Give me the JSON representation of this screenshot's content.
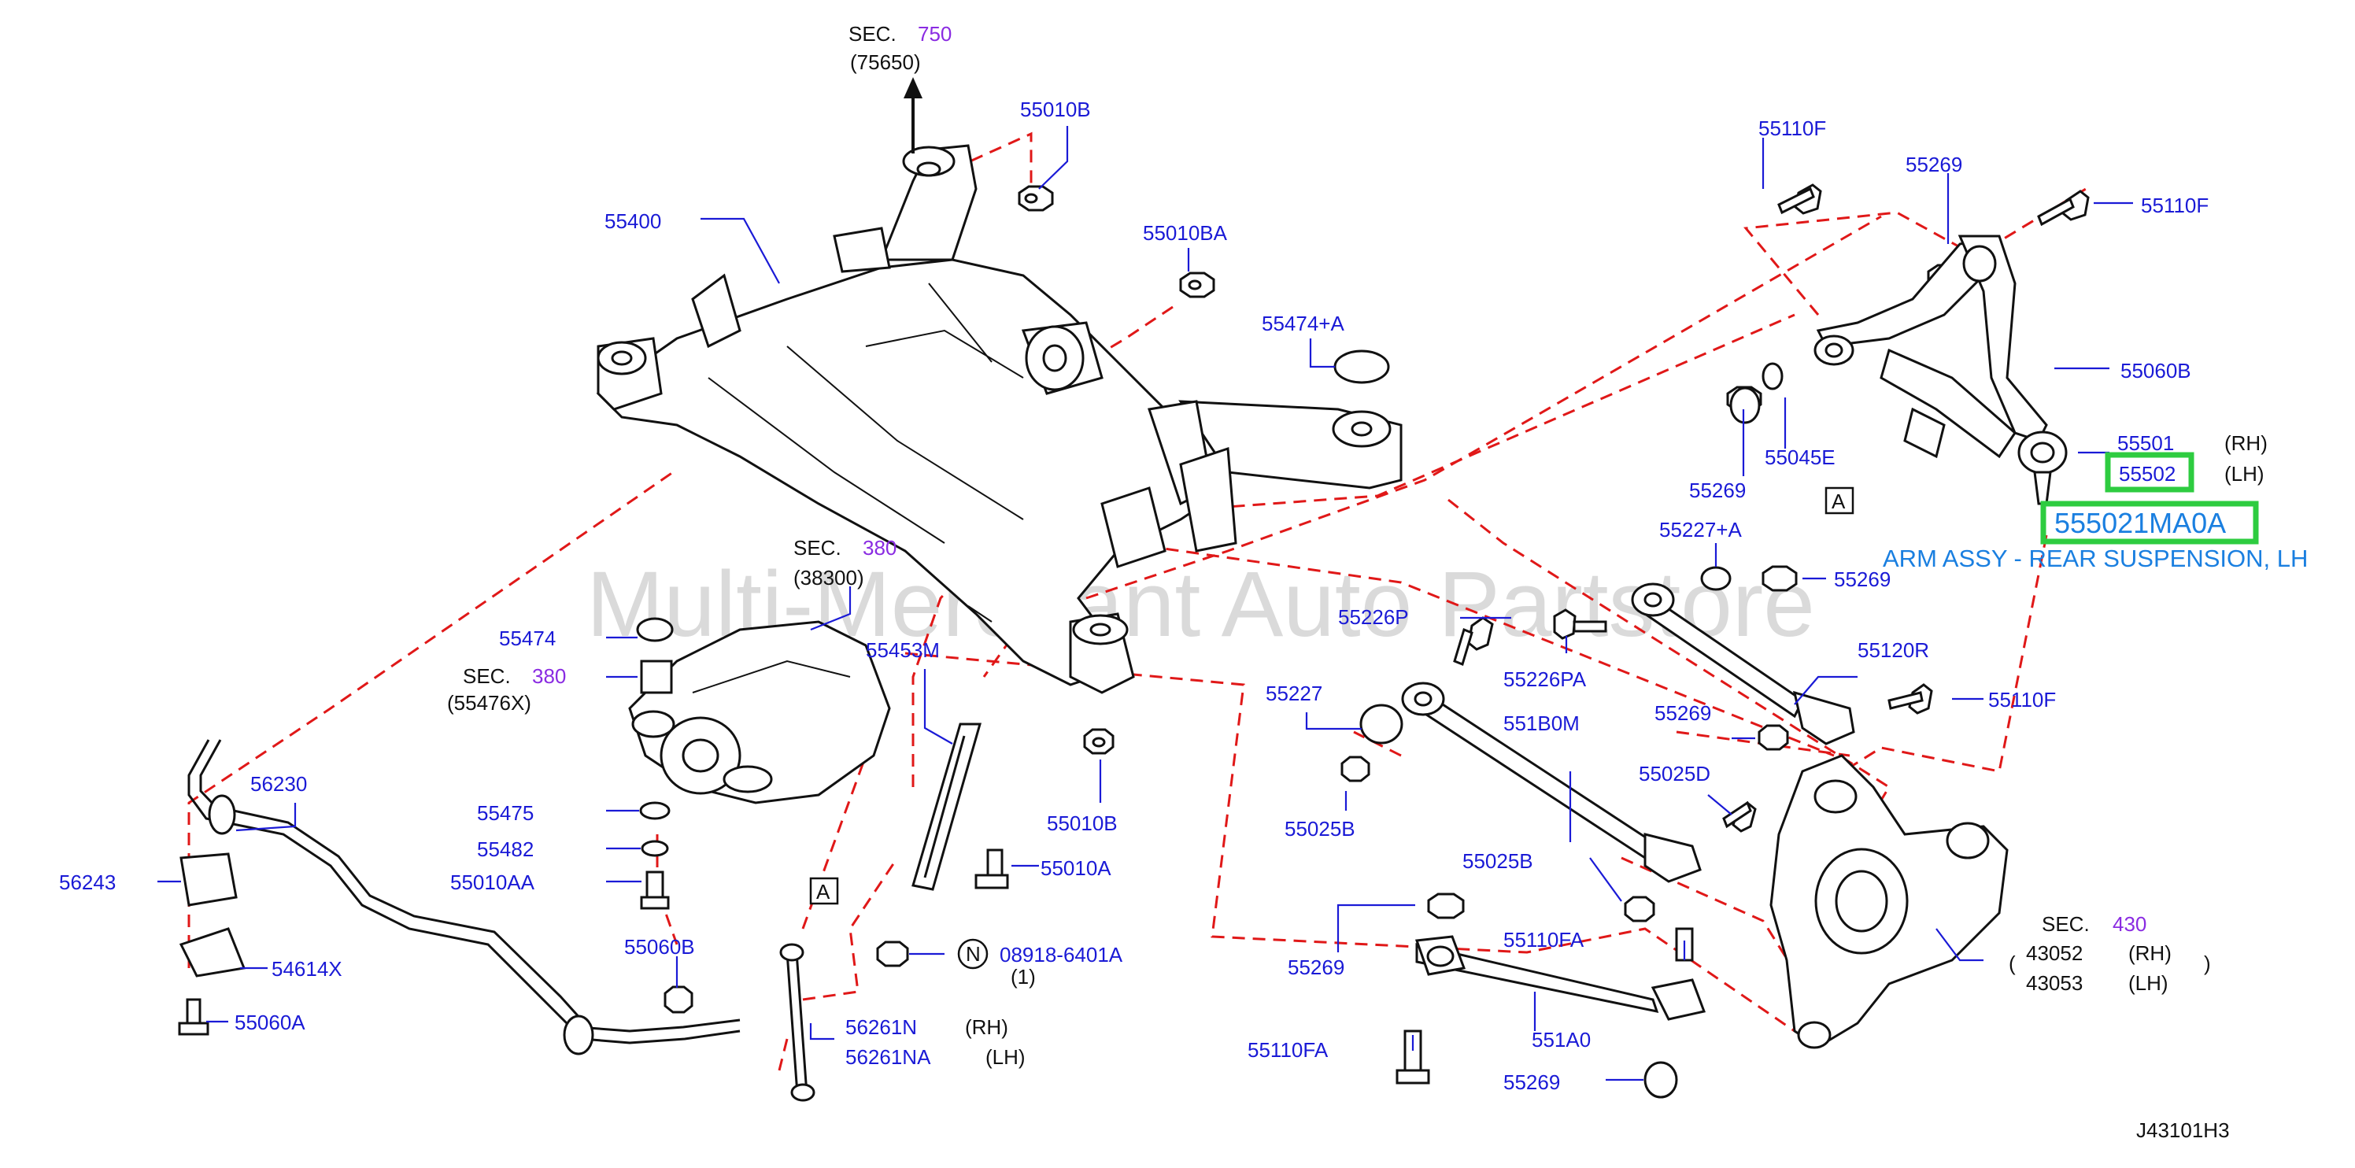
{
  "diagram_code": "J43101H3",
  "watermark": "Multi-Merchant Auto Partstore",
  "highlight": {
    "part_number": "555021MA0A",
    "description": "ARM ASSY - REAR SUSPENSION, LH",
    "color": "#2ecc40",
    "text_color": "#1a7fe0"
  },
  "colors": {
    "label": "#1a1ad6",
    "leader_dash": "#e01818",
    "section": "#8a2be2"
  },
  "sections": {
    "top": {
      "prefix": "SEC.",
      "num": "750",
      "ref": "(75650)"
    },
    "middle": {
      "prefix": "SEC.",
      "num": "380",
      "ref": "(38300)"
    },
    "left": {
      "prefix": "SEC.",
      "num": "380",
      "ref": "(55476X)"
    },
    "knuckle": {
      "prefix": "SEC.",
      "num": "430"
    }
  },
  "labels": {
    "l55010B_top": "55010B",
    "l55400": "55400",
    "l55010BA": "55010BA",
    "l55474A": "55474+A",
    "l55110F_top": "55110F",
    "l55269_top": "55269",
    "l55110F_right": "55110F",
    "l55060B_right": "55060B",
    "l55501": "55501",
    "l55502": "55502",
    "l55269_a": "55269",
    "l55045E": "55045E",
    "l55227A": "55227+A",
    "l55269_b": "55269",
    "l55226P": "55226P",
    "l55226PA": "55226PA",
    "l55120R": "55120R",
    "l55269_c": "55269",
    "l55110F_mid": "55110F",
    "l55227": "55227",
    "l551B0M": "551B0M",
    "l55025B_a": "55025B",
    "l55025D": "55025D",
    "l55025B_b": "55025B",
    "l55269_d": "55269",
    "l55110FA_a": "55110FA",
    "l551A0": "551A0",
    "l55110FA_b": "55110FA",
    "l55269_e": "55269",
    "l43052": "43052",
    "l43053": "43053",
    "l55474": "55474",
    "l55453M": "55453M",
    "l56230": "56230",
    "l56243": "56243",
    "l55475": "55475",
    "l55482": "55482",
    "l55010AA": "55010AA",
    "l55010B_mid": "55010B",
    "l55010A": "55010A",
    "l08918": "08918-6401A",
    "l08918_qty": "(1)",
    "l54614X": "54614X",
    "l55060B_left": "55060B",
    "l55060A": "55060A",
    "l56261N": "56261N",
    "l56261NA": "56261NA"
  },
  "side": {
    "rh": "(RH)",
    "lh": "(LH)"
  },
  "markers": {
    "a": "A",
    "n": "N"
  }
}
